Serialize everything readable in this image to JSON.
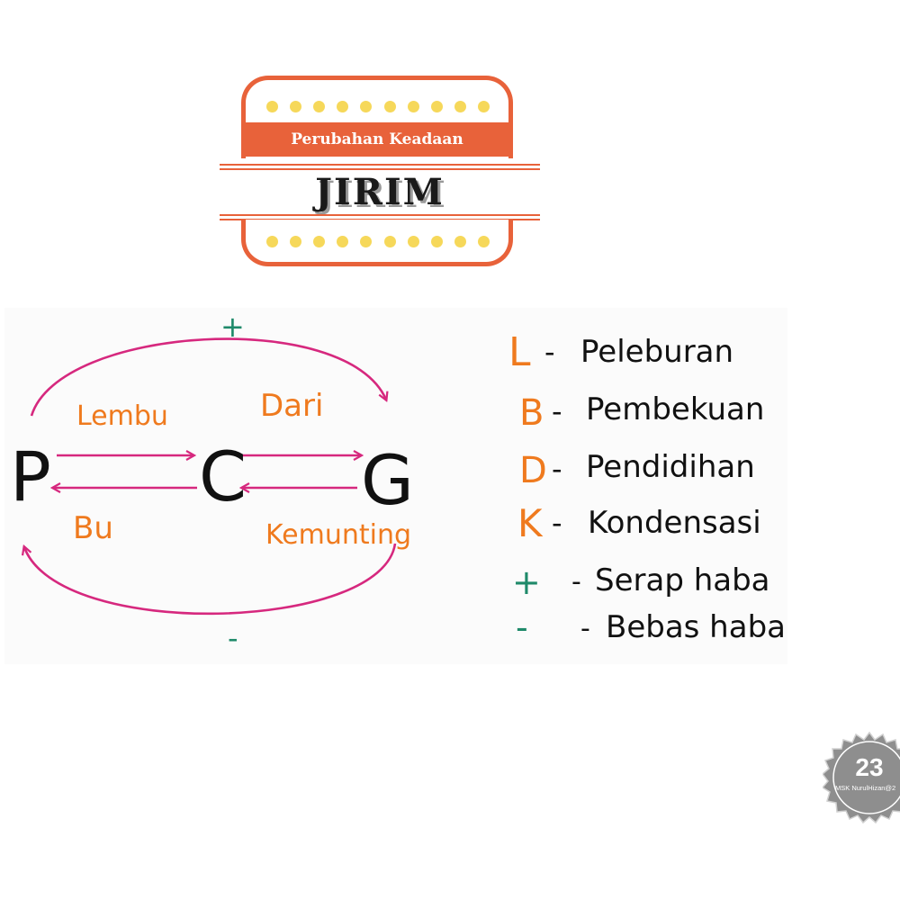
{
  "header": {
    "subtitle": "Perubahan Keadaan",
    "title": "JIRIM"
  },
  "diagram": {
    "states": {
      "solid": "P",
      "liquid": "C",
      "gas": "G"
    },
    "process_labels": {
      "melting": "Lembu",
      "boiling": "Dari",
      "freezing": "Bu",
      "condensing": "Kemunting"
    },
    "signs": {
      "absorb": "+",
      "release": "-"
    }
  },
  "legend": [
    {
      "key": "L",
      "sep": "-",
      "text": "Peleburan"
    },
    {
      "key": "B",
      "sep": "-",
      "text": "Pembekuan"
    },
    {
      "key": "D",
      "sep": "-",
      "text": "Pendidihan"
    },
    {
      "key": "K",
      "sep": "-",
      "text": "Kondensasi"
    },
    {
      "key": "+",
      "sep": "-",
      "text": "Serap haba"
    },
    {
      "key": "-",
      "sep": "-",
      "text": "Bebas haba"
    }
  ],
  "footer": {
    "page_number": "23",
    "credit": "MSK NurulHizan@2"
  },
  "colors": {
    "orange": "#e8623a",
    "dot_yellow": "#f6d85a",
    "arrow_pink": "#d6287e",
    "label_orange": "#ef7a1e",
    "sign_green": "#1f8a6a",
    "badge_gray": "#8e8e8e"
  }
}
